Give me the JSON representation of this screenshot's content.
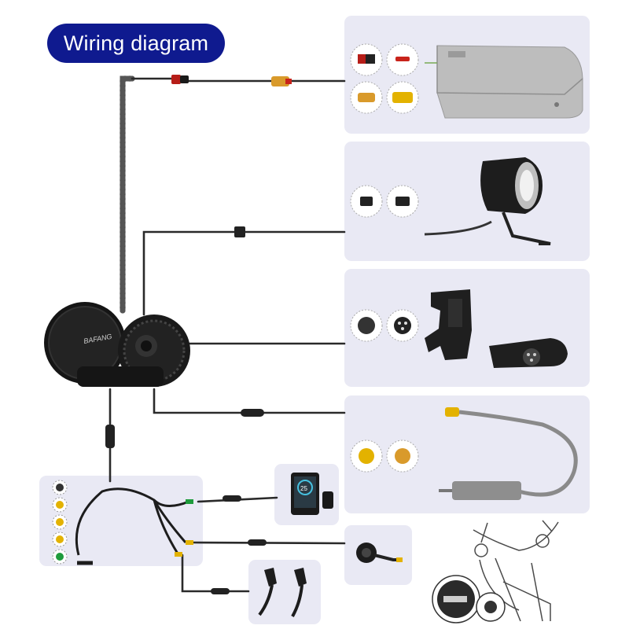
{
  "title": "Wiring diagram",
  "motor": {
    "brand_text": "BAFANG"
  },
  "display": {
    "speed_text": "25"
  },
  "colors": {
    "title_bg": "#0f1a8f",
    "panel_bg": "#e9e9f4",
    "cable": "#2a2a2a",
    "connector_yellow": "#f2b700",
    "connector_green": "#1e9b3c",
    "connector_red": "#c8231b",
    "connector_amber": "#d99a2b"
  },
  "icons": [
    "battery-icon",
    "headlight-icon",
    "speed-sensor-icon",
    "throttle-cable-icon",
    "display-icon",
    "thumb-throttle-icon",
    "brake-lever-icon",
    "motor-icon",
    "harness-icon",
    "bike-sketch-icon"
  ]
}
